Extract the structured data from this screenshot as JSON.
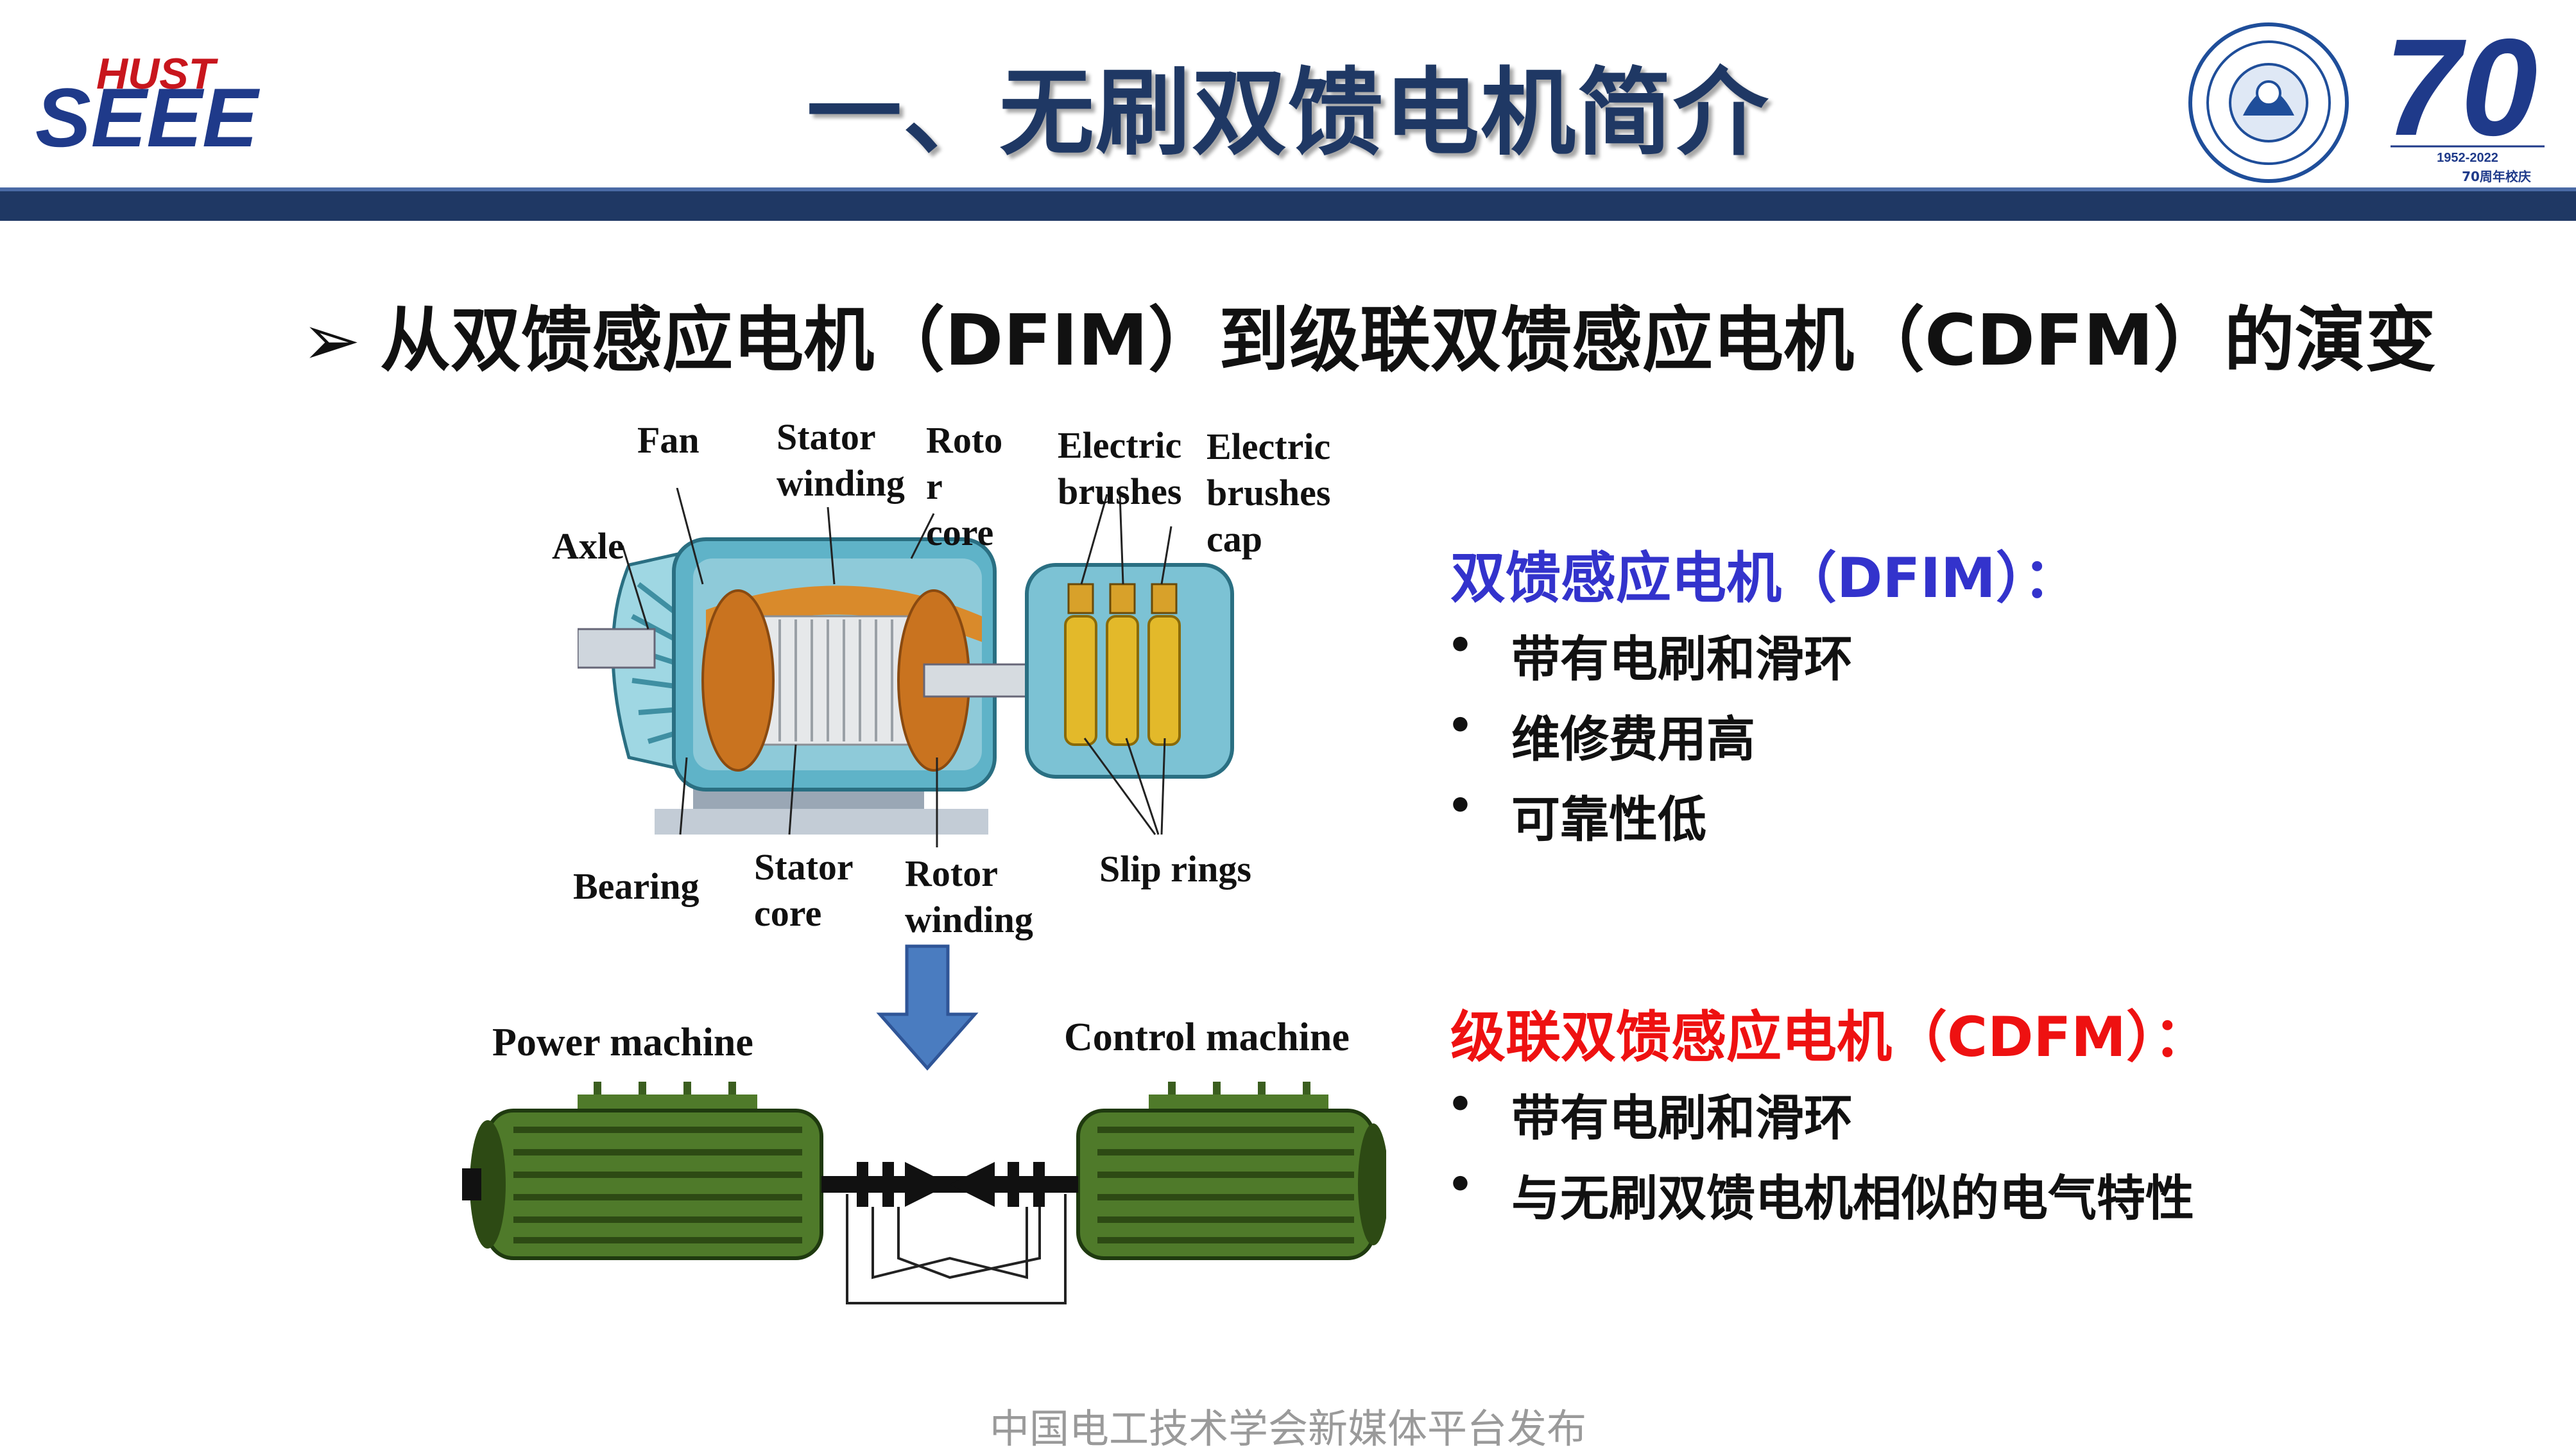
{
  "header": {
    "logo_top": "HUST",
    "logo_bottom": "SEEE",
    "title": "一、无刷双馈电机简介",
    "anniversary_number": "70",
    "anniversary_years": "1952-2022",
    "anniversary_text": "70周年校庆"
  },
  "subheading": "从双馈感应电机（DFIM）到级联双馈感应电机（CDFM）的演变",
  "figure_top": {
    "labels": {
      "fan": "Fan",
      "stator_winding": "Stator\nwinding",
      "rotor_core": "Roto\nr\ncore",
      "electric_brushes": "Electric\nbrushes",
      "electric_brushes_cap": "Electric\nbrushes\ncap",
      "axle": "Axle",
      "bearing": "Bearing",
      "stator_core": "Stator\ncore",
      "rotor_winding": "Rotor\nwinding",
      "slip_rings": "Slip rings"
    }
  },
  "figure_bottom": {
    "power_machine": "Power machine",
    "control_machine": "Control machine"
  },
  "dfim": {
    "title": "双馈感应电机（DFIM）：",
    "color": "#3333cc",
    "bullets": [
      "带有电刷和滑环",
      "维修费用高",
      "可靠性低"
    ]
  },
  "cdfm": {
    "title": "级联双馈感应电机（CDFM）：",
    "color": "#ee1111",
    "bullets": [
      "带有电刷和滑环",
      "与无刷双馈电机相似的电气特性"
    ]
  },
  "footer": "中国电工技术学会新媒体平台发布"
}
